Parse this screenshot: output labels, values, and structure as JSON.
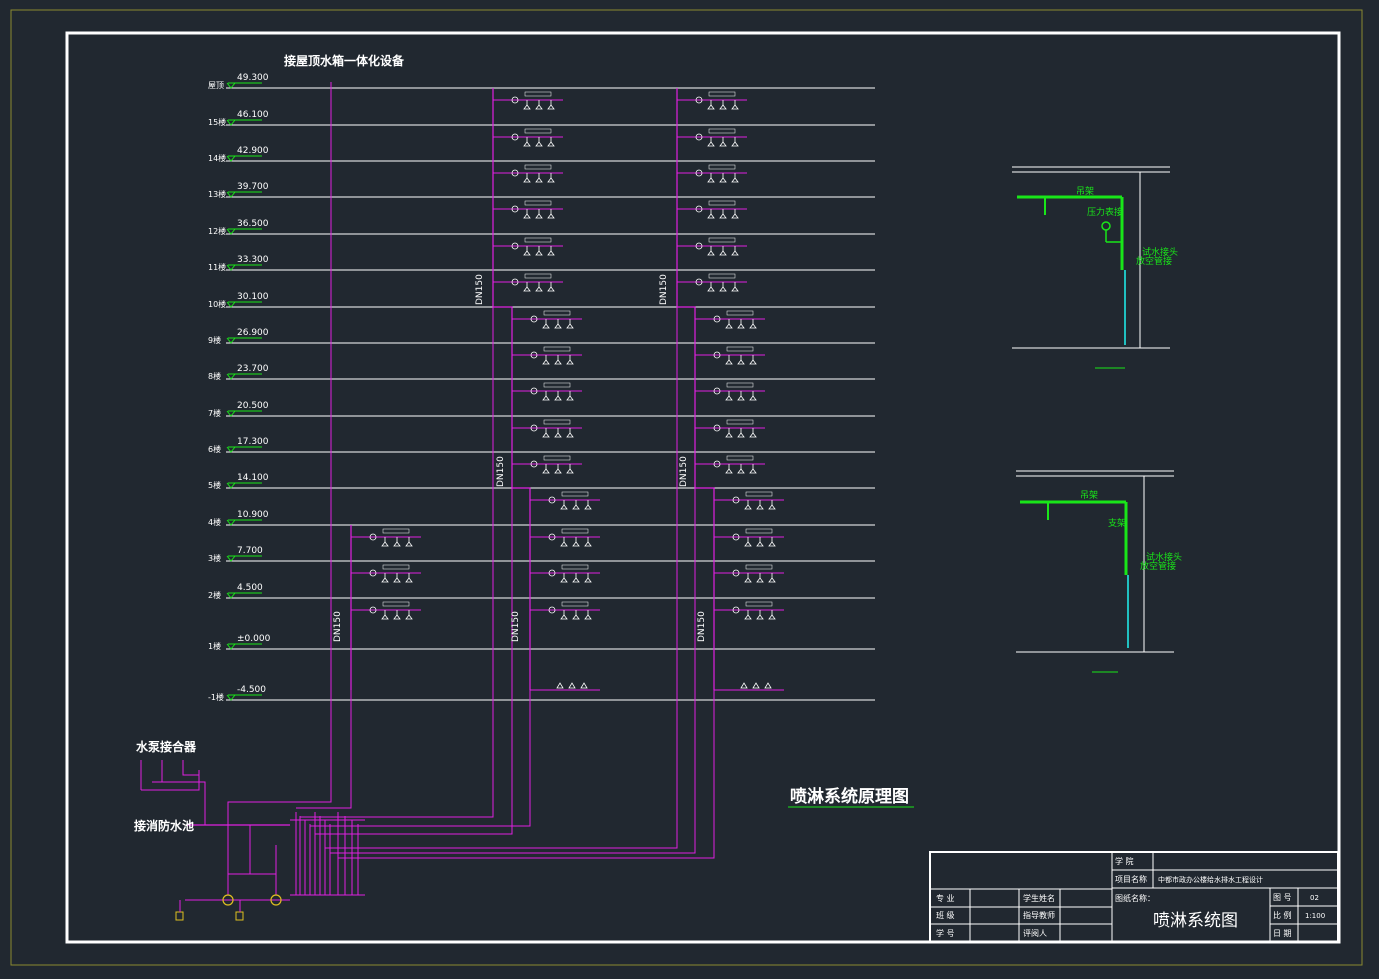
{
  "colors": {
    "background": "#212830",
    "frame": "#ffffff",
    "pipe": "#e020e0",
    "level_text": "#ffffff",
    "marker": "#19e619",
    "detail": "#19e619",
    "cyan": "#20c0c0",
    "caption": "#ffffff"
  },
  "top_label": "接屋顶水箱一体化设备",
  "floors": [
    {
      "name": "屋顶",
      "elev": "49.300"
    },
    {
      "name": "15楼",
      "elev": "46.100"
    },
    {
      "name": "14楼",
      "elev": "42.900"
    },
    {
      "name": "13楼",
      "elev": "39.700"
    },
    {
      "name": "12楼",
      "elev": "36.500"
    },
    {
      "name": "11楼",
      "elev": "33.300"
    },
    {
      "name": "10楼",
      "elev": "30.100"
    },
    {
      "name": "9楼",
      "elev": "26.900"
    },
    {
      "name": "8楼",
      "elev": "23.700"
    },
    {
      "name": "7楼",
      "elev": "20.500"
    },
    {
      "name": "6楼",
      "elev": "17.300"
    },
    {
      "name": "5楼",
      "elev": "14.100"
    },
    {
      "name": "4楼",
      "elev": "10.900"
    },
    {
      "name": "3楼",
      "elev": "7.700"
    },
    {
      "name": "2楼",
      "elev": "4.500"
    },
    {
      "name": "1楼",
      "elev": "±0.000"
    },
    {
      "name": "-1楼",
      "elev": "-4.500"
    }
  ],
  "riser_label": "DN150",
  "pump_adapter_label": "水泵接合器",
  "pool_label": "接消防水池",
  "diagram_title": "喷淋系统原理图",
  "detail1_labels": {
    "hanger": "吊架",
    "pressure": "压力表接",
    "test": [
      "试水接头",
      "放空管接"
    ]
  },
  "detail2_labels": {
    "hanger": "吊架",
    "support": "支架",
    "test": [
      "试水接头",
      "放空管接"
    ]
  },
  "title_block": {
    "school_label": "学 院",
    "project_label": "项目名称",
    "project_name": "中都市政办公楼给水排水工程设计",
    "major_label": "专 业",
    "class_label": "班 级",
    "id_label": "学 号",
    "student_label": "学生姓名",
    "advisor_label": "指导教师",
    "reviewer_label": "评阅人",
    "drawing_name_label": "图纸名称：",
    "drawing_name": "喷淋系统图",
    "sheet_label": "图 号",
    "sheet_value": "02",
    "scale_label": "比 例",
    "scale_value": "1:100",
    "date_label": "日 期"
  }
}
